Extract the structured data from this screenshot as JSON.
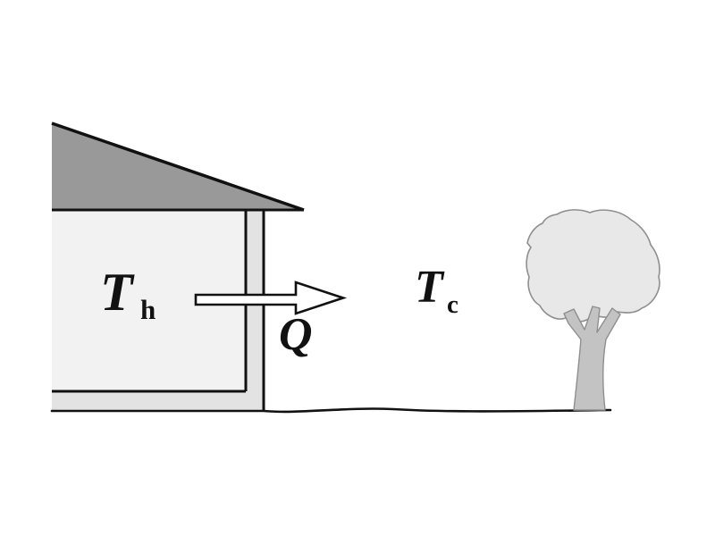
{
  "diagram": {
    "labels": {
      "inside_temperature": {
        "symbol": "T",
        "subscript": "h"
      },
      "heat_flow": {
        "symbol": "Q"
      },
      "outside_temperature": {
        "symbol": "T",
        "subscript": "c"
      }
    },
    "colors": {
      "background": "#ffffff",
      "roof": "#999999",
      "house_wall": "#e3e3e3",
      "house_interior": "#f2f2f2",
      "line": "#111111",
      "arrow_fill": "#ffffff",
      "tree_canopy": "#e8e8e8",
      "tree_trunk": "#c3c3c3",
      "tree_outline": "#8f8f8f"
    }
  }
}
